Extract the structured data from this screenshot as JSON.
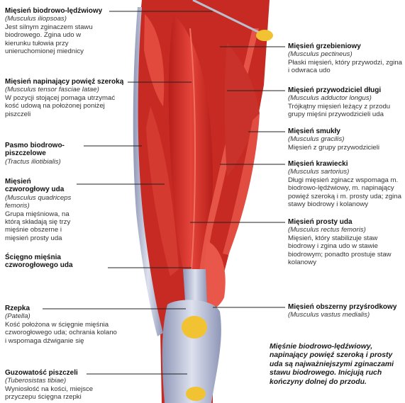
{
  "colors": {
    "muscle": "#d8342b",
    "tendon": "#b9bfd6",
    "patella": "#f1c232",
    "leader": "#222222"
  },
  "labels_left": [
    {
      "id": "iliopsoas",
      "title": "Mięsień biodrowo-lędźwiowy",
      "latin": "(Musculus iliopsoas)",
      "desc": "Jest silnym zginaczem stawu biodrowego. Zgina udo w kierunku tułowia przy unieruchomionej miednicy"
    },
    {
      "id": "tensor",
      "title": "Mięsień napinający powięź szeroką",
      "latin": "(Musculus tensor fasciae latae)",
      "desc": "W pozycji stojącej pomaga utrzymać kość udową na położonej poniżej piszczeli"
    },
    {
      "id": "tract",
      "title": "Pasmo biodrowo-piszczelowe",
      "latin": "(Tractus iliotibialis)",
      "desc": ""
    },
    {
      "id": "quadriceps",
      "title": "Mięsień czworogłowy uda",
      "latin": "(Musculus quadriceps femoris)",
      "desc": "Grupa mięśniowa, na którą składają się trzy mięśnie obszerne i mięsień prosty uda"
    },
    {
      "id": "quad_tendon",
      "title": "Ścięgno mięśnia czworogłowego uda",
      "latin": "",
      "desc": ""
    },
    {
      "id": "patella",
      "title": "Rzepka",
      "latin": "(Patella)",
      "desc": "Kość położona w ścięgnie mięśnia czworogłowego uda; ochrania kolano i wspomaga dźwiganie się"
    },
    {
      "id": "tuberositas",
      "title": "Guzowatość piszczeli",
      "latin": "(Tuberosistas tibiae)",
      "desc": "Wyniosłość na kości, miejsce przyczepu ścięgna rzepki"
    }
  ],
  "labels_right": [
    {
      "id": "pectineus",
      "title": "Mięsień grzebieniowy",
      "latin": "(Musculus pectineus)",
      "desc": "Płaski mięsień, który przywodzi, zgina i odwraca udo"
    },
    {
      "id": "adductor",
      "title": "Mięsień przywodziciel długi",
      "latin": "(Musculus adductor longus)",
      "desc": "Trójkątny mięsień leżący z przodu grupy mięśni przywodzicieli uda"
    },
    {
      "id": "gracilis",
      "title": "Mięsień smukły",
      "latin": "(Musculus gracilis)",
      "desc": "Mięsień z grupy przywodzicieli"
    },
    {
      "id": "sartorius",
      "title": "Mięsień krawiecki",
      "latin": "(Musculus sartorius)",
      "desc": "Długi mięsień zginacz wspomaga m. biodrowo-lędźwiowy, m. napinający powięź szeroką i m. prosty uda; zgina stawy biodrowy i kolanowy"
    },
    {
      "id": "rectus",
      "title": "Mięsień prosty uda",
      "latin": "(Musculus rectus femoris)",
      "desc": "Mięsień, który stabilizuje staw biodrowy i zgina udo w stawie biodrowym; ponadto prostuje staw kolanowy"
    },
    {
      "id": "vastus",
      "title": "Mięsień obszerny przyśrodkowy",
      "latin": "(Musculus vastus medialis)",
      "desc": ""
    }
  ],
  "note": "Mięśnie biodrowo-lędźwiowy, napinający powięź szeroką i prosty uda są najważniejszymi zginaczami stawu biodrowego. Inicjują ruch kończyny dolnej do przodu."
}
